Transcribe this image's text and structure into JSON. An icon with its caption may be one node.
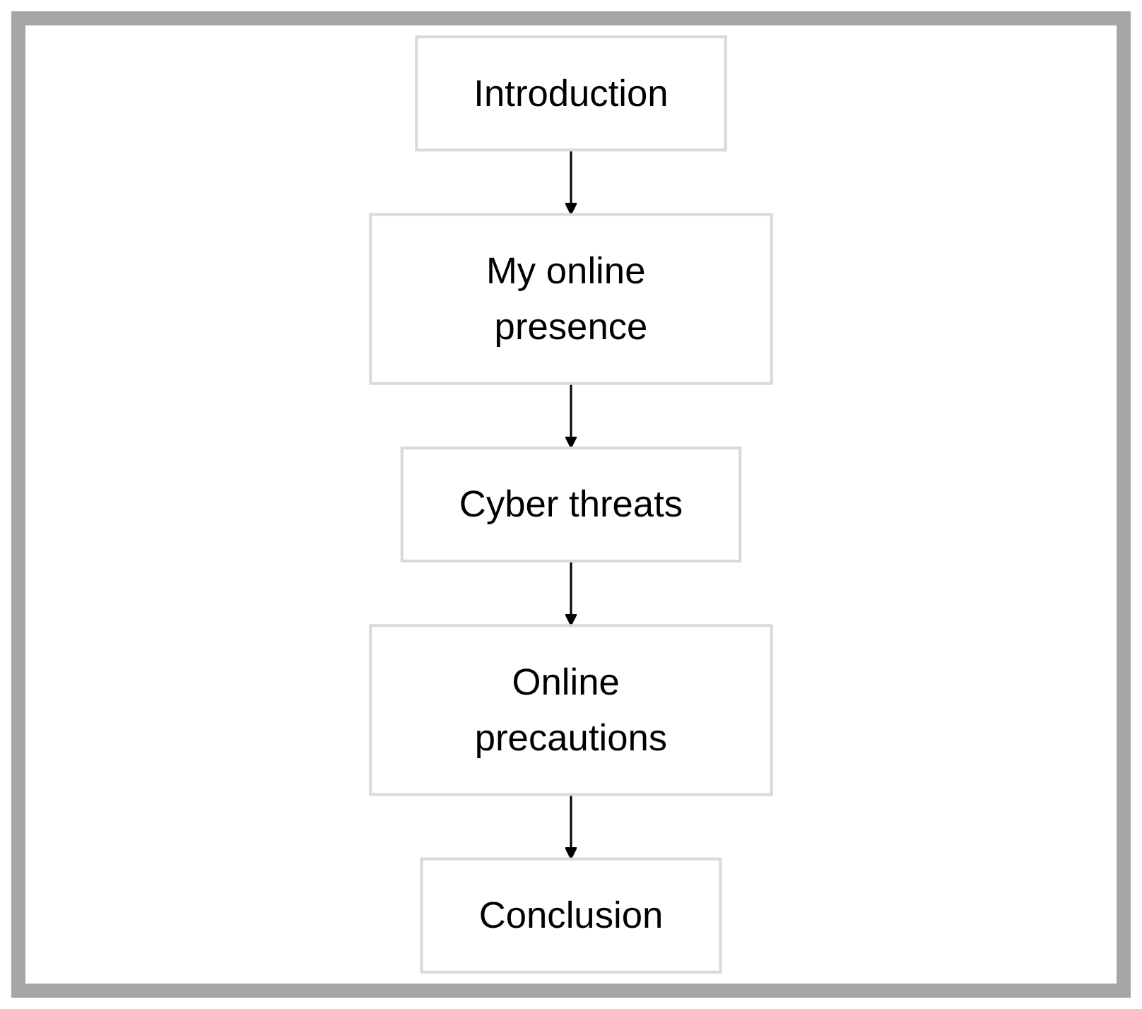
{
  "diagram": {
    "nodes": [
      {
        "text": [
          "Introduction"
        ]
      },
      {
        "text": [
          "My online presence"
        ]
      },
      {
        "text": [
          "Cyber threats"
        ]
      },
      {
        "text": [
          "Online precautions"
        ]
      },
      {
        "text": [
          "Conclusion"
        ]
      }
    ],
    "edges": [
      {
        "from": 0,
        "to": 1,
        "arrow": "to"
      },
      {
        "from": 1,
        "to": 2,
        "arrow": "to"
      },
      {
        "from": 2,
        "to": 3,
        "arrow": "to"
      },
      {
        "from": 3,
        "to": 4,
        "arrow": "to"
      }
    ]
  }
}
